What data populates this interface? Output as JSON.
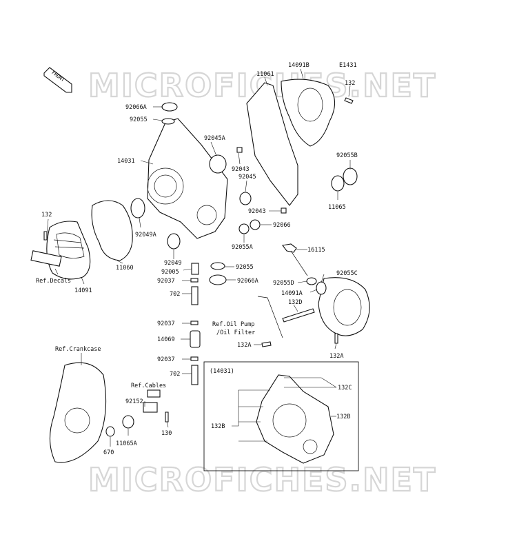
{
  "watermark": {
    "text": "MICROFICHES.NET",
    "color": "#d6d6d6"
  },
  "diagram_id": "E1431",
  "front_arrow": "FRONT",
  "inset_title": "(14031)",
  "labels": [
    "92066A",
    "92055",
    "14031",
    "132",
    "92049A",
    "11060",
    "Ref.Decals",
    "14091",
    "92045A",
    "92043",
    "92045",
    "11061",
    "14091B",
    "132",
    "92055B",
    "11065",
    "92043",
    "92066",
    "92055A",
    "16115",
    "92049",
    "92005",
    "92037",
    "702",
    "92055",
    "92066A",
    "92055D",
    "92055C",
    "14091A",
    "132D",
    "Ref.Oil Pump",
    "/Oil Filter",
    "92037",
    "14069",
    "132A",
    "132A",
    "92037",
    "702",
    "Ref.Crankcase",
    "Ref.Cables",
    "92152",
    "130",
    "11065A",
    "670",
    "132C",
    "132B",
    "132B"
  ]
}
